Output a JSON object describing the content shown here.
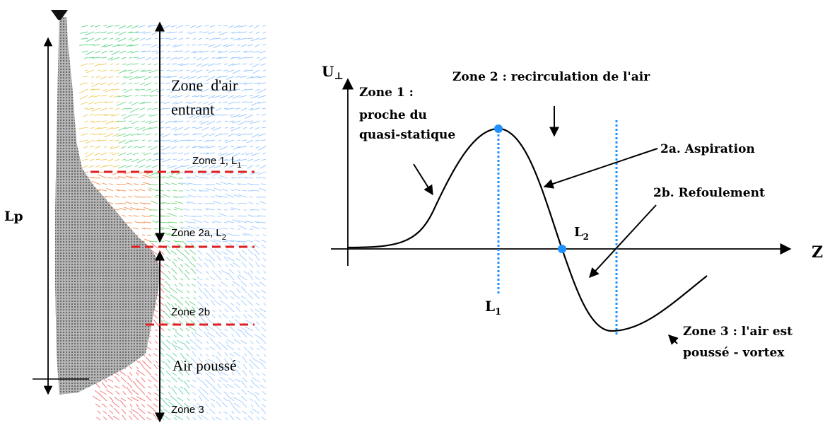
{
  "left_panel": {
    "length_label": "Lp",
    "zone_air_entrant_line1": "Zone  d'air",
    "zone_air_entrant_line2": "entrant",
    "zone1_label": "Zone 1, L",
    "zone1_sub": "1",
    "zone2a_label": "Zone 2a, L",
    "zone2a_sub": "2",
    "zone2b_label": "Zone 2b",
    "air_pousse_label": "Air poussé",
    "zone3_label": "Zone 3",
    "colors": {
      "marker_line": "#e02020",
      "pool": "#888888"
    }
  },
  "right_panel": {
    "y_axis_label": "U",
    "y_axis_sub": "⊥",
    "x_axis_label": "Z",
    "zone1_line1": "Zone 1 :",
    "zone1_line2": "proche du",
    "zone1_line3": "quasi-statique",
    "zone2_label": "Zone 2 : recirculation de l'air",
    "aspiration_label": "2a. Aspiration",
    "refoulement_label": "2b. Refoulement",
    "l1_label": "L",
    "l1_sub": "1",
    "l2_label": "L",
    "l2_sub": "2",
    "zone3_line1": "Zone 3 : l'air est",
    "zone3_line2": "poussé - vortex",
    "colors": {
      "curve": "#000000",
      "marker": "#1e90ff",
      "guide": "#1e90ff"
    }
  }
}
